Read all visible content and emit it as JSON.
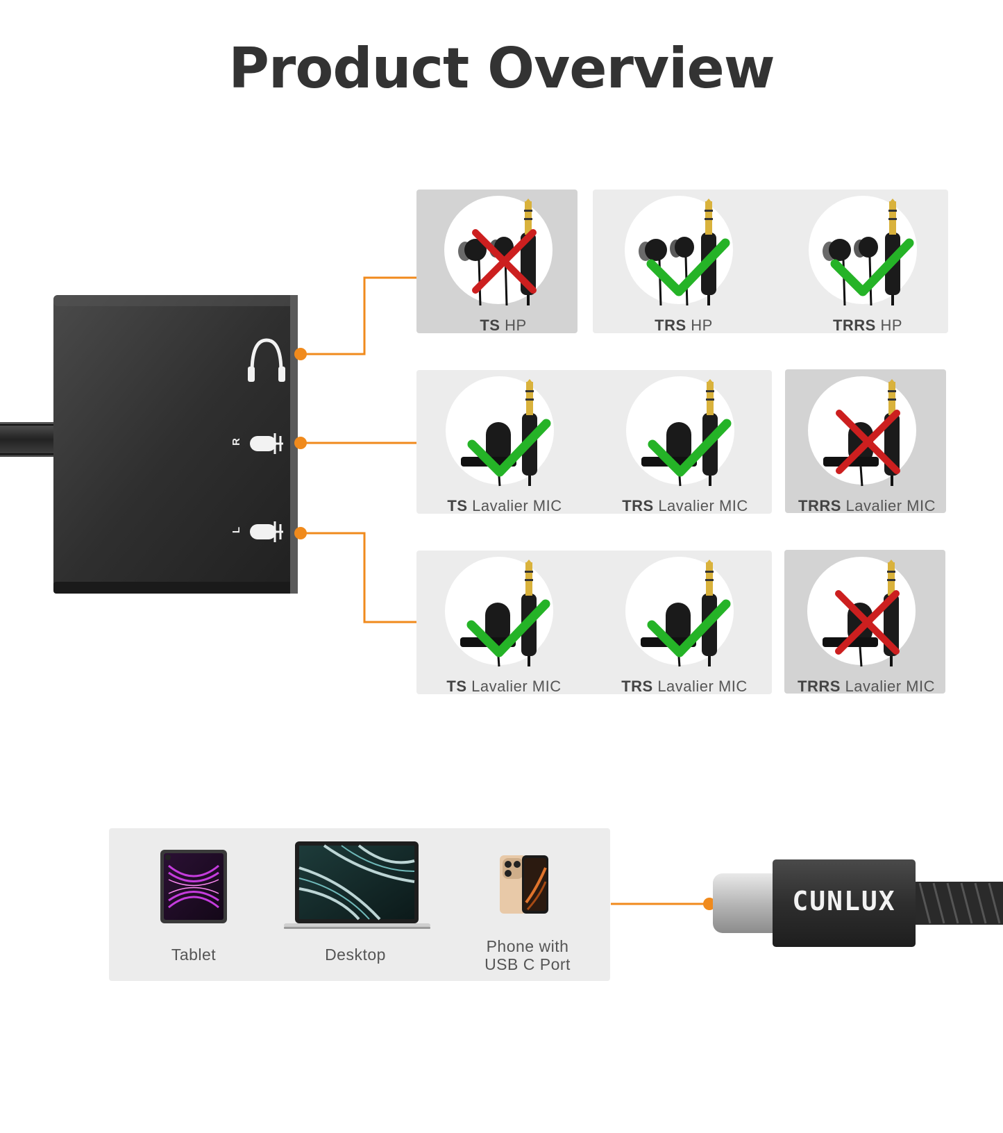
{
  "page": {
    "title": "Product Overview"
  },
  "colors": {
    "accent_orange": "#f08a1c",
    "check_green": "#25b327",
    "cross_red": "#cc1f1f",
    "panel_light": "#ececec",
    "panel_dark": "#d3d3d3"
  },
  "rows": [
    {
      "port": "headphone",
      "items": [
        {
          "bold": "TS",
          "rest": " HP",
          "kind": "earbuds",
          "status": "unsupported",
          "status_icon": "cross-icon"
        },
        {
          "bold": "TRS",
          "rest": " HP",
          "kind": "earbuds",
          "status": "supported",
          "status_icon": "check-icon"
        },
        {
          "bold": "TRRS",
          "rest": " HP",
          "kind": "earbuds",
          "status": "supported",
          "status_icon": "check-icon"
        }
      ]
    },
    {
      "port": "R",
      "items": [
        {
          "bold": "TS",
          "rest": " Lavalier MIC",
          "kind": "lavalier",
          "status": "supported",
          "status_icon": "check-icon"
        },
        {
          "bold": "TRS",
          "rest": " Lavalier MIC",
          "kind": "lavalier",
          "status": "supported",
          "status_icon": "check-icon"
        },
        {
          "bold": "TRRS",
          "rest": " Lavalier MIC",
          "kind": "lavalier",
          "status": "unsupported",
          "status_icon": "cross-icon"
        }
      ]
    },
    {
      "port": "L",
      "items": [
        {
          "bold": "TS",
          "rest": " Lavalier MIC",
          "kind": "lavalier",
          "status": "supported",
          "status_icon": "check-icon"
        },
        {
          "bold": "TRS",
          "rest": " Lavalier MIC",
          "kind": "lavalier",
          "status": "supported",
          "status_icon": "check-icon"
        },
        {
          "bold": "TRRS",
          "rest": " Lavalier MIC",
          "kind": "lavalier",
          "status": "unsupported",
          "status_icon": "cross-icon"
        }
      ]
    }
  ],
  "hub": {
    "ports": [
      {
        "icon": "headphone-icon",
        "letter": ""
      },
      {
        "icon": "microphone-icon",
        "letter": "R"
      },
      {
        "icon": "microphone-icon",
        "letter": "L"
      }
    ]
  },
  "devices": [
    {
      "label": "Tablet",
      "icon": "tablet-icon"
    },
    {
      "label": "Desktop",
      "icon": "laptop-icon"
    },
    {
      "label_line1": "Phone with",
      "label_line2": "USB C Port",
      "icon": "phone-icon"
    }
  ],
  "connector": {
    "brand": "CUNLUX",
    "icon": "usb-c-plug-icon"
  }
}
